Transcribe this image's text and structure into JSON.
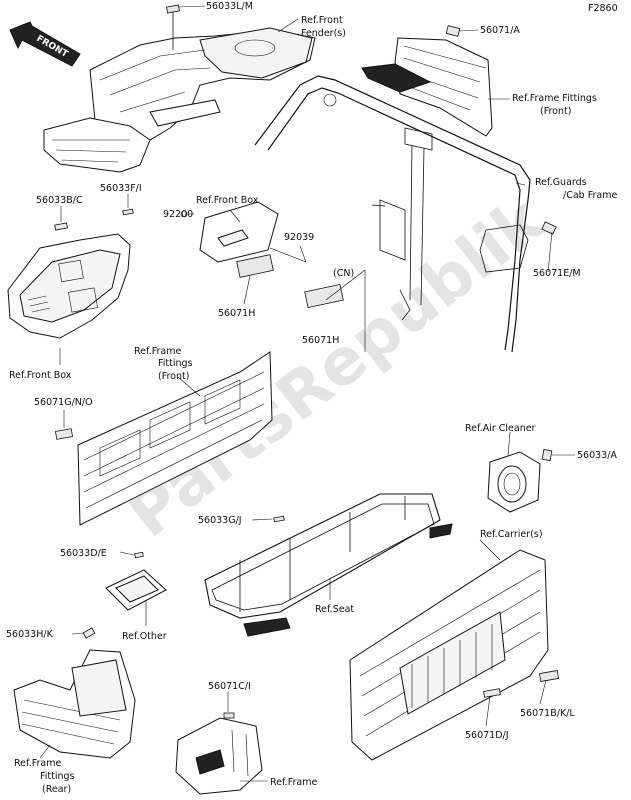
{
  "diagram_code": "F2860",
  "front_arrow_text": "FRONT",
  "watermark": "PartsRepublik",
  "labels": {
    "p56033LM": "56033L/M",
    "refFrontFender": "Ref.Front",
    "refFrontFender2": "Fender(s)",
    "p56071A": "56071/A",
    "refFrameFittingsFront": "Ref.Frame Fittings",
    "refFrameFittingsFront2": "(Front)",
    "refGuardsCabFrame": "Ref.Guards",
    "refGuardsCabFrame2": "/Cab Frame",
    "p56033BC": "56033B/C",
    "p56033FI": "56033F/I",
    "refFrontBoxTop": "Ref.Front Box",
    "p92200": "92200",
    "p92039": "92039",
    "cn": "(CN)",
    "p56071EM": "56071E/M",
    "p56071H": "56071H",
    "p56071": "56071H",
    "refFrontBoxLeft": "Ref.Front Box",
    "refFrameFittingsMid": "Ref.Frame",
    "refFrameFittingsMid2": "Fittings",
    "refFrameFittingsMid3": "(Front)",
    "p56071GNO": "56071G/N/O",
    "refAirCleaner": "Ref.Air Cleaner",
    "p56033A": "56033/A",
    "p56033GJ": "56033G/J",
    "refCarriers": "Ref.Carrier(s)",
    "p56033DE": "56033D/E",
    "refSeat": "Ref.Seat",
    "refOther": "Ref.Other",
    "p56033HK": "56033H/K",
    "p56071CI": "56071C/I",
    "p56071DJ": "56071D/J",
    "p56071BKL": "56071B/K/L",
    "refFrameFittingsRear": "Ref.Frame",
    "refFrameFittingsRear2": "Fittings",
    "refFrameFittingsRear3": "(Rear)",
    "refFrame": "Ref.Frame"
  }
}
